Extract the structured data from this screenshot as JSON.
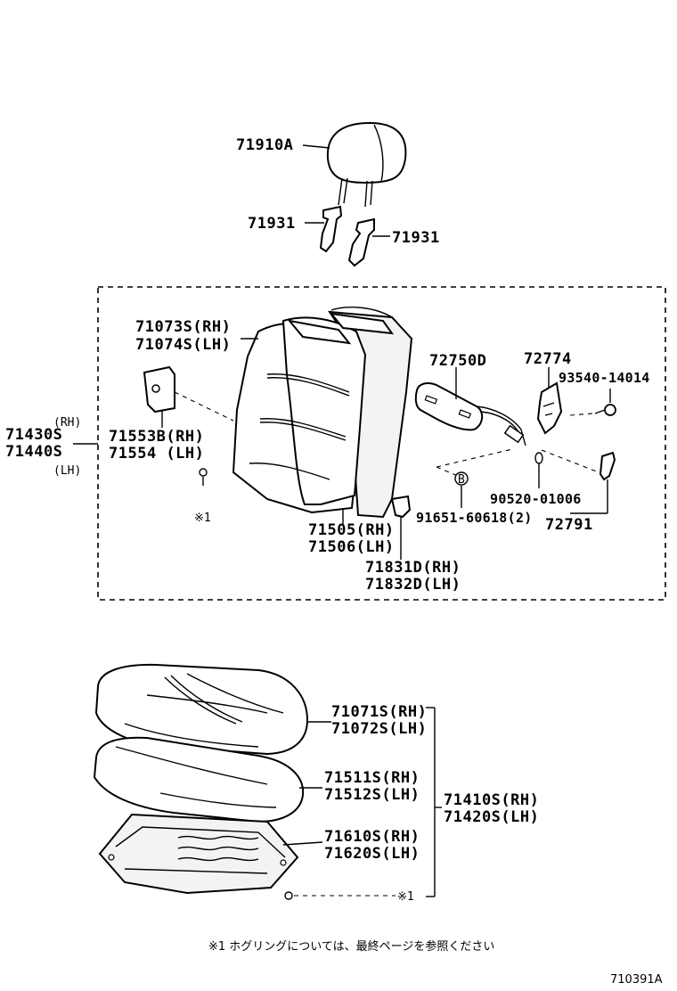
{
  "headrest": {
    "part": "71910A",
    "support_left": "71931",
    "support_right": "71931"
  },
  "seatback": {
    "assembly_rh": "71430S",
    "assembly_rh_side": "(RH)",
    "assembly_lh": "71440S",
    "assembly_lh_side": "(LH)",
    "cover_rh": "71073S(RH)",
    "cover_lh": "71074S(LH)",
    "trim_rh": "71553B(RH)",
    "trim_lh": "71554 (LH)",
    "pad_rh": "71505(RH)",
    "pad_lh": "71506(LH)",
    "clip_rh": "71831D(RH)",
    "clip_lh": "71832D(LH)",
    "hogring_mark": "※1",
    "circle_b": "B"
  },
  "recliner": {
    "cover": "72750D",
    "knob": "72774",
    "screw": "93540-14014",
    "washer": "90520-01006",
    "pin": "91651-60618(2)",
    "lever": "72791"
  },
  "cushion": {
    "cover_rh": "71071S(RH)",
    "cover_lh": "71072S(LH)",
    "pad_rh": "71511S(RH)",
    "pad_lh": "71512S(LH)",
    "assembly_rh": "71410S(RH)",
    "assembly_lh": "71420S(LH)",
    "frame_rh": "71610S(RH)",
    "frame_lh": "71620S(LH)",
    "hogring_mark": "※1"
  },
  "footnote": "※1 ホグリングについては、最終ページを参照ください",
  "diagram_id": "710391A"
}
